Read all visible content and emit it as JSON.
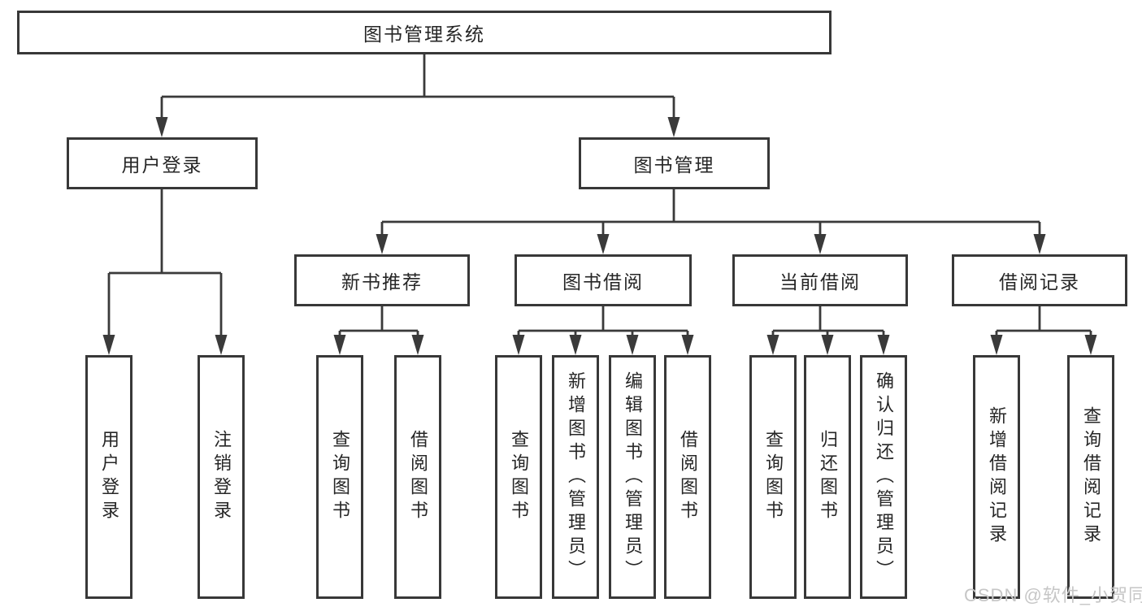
{
  "nodes": {
    "root": "图书管理系统",
    "level2": {
      "user_login": "用户登录",
      "book_management": "图书管理"
    },
    "level3": {
      "new_book_recommend": "新书推荐",
      "book_borrow": "图书借阅",
      "current_borrow": "当前借阅",
      "borrow_record": "借阅记录"
    },
    "leaves": {
      "user_login_leaf": "用户登录",
      "logout": "注销登录",
      "recommend_query_book": "查询图书",
      "recommend_borrow_book": "借阅图书",
      "borrow_query_book": "查询图书",
      "borrow_add_book": "新增图书（管理员）",
      "borrow_edit_book": "编辑图书（管理员）",
      "borrow_borrow_book": "借阅图书",
      "current_query_book": "查询图书",
      "current_return_book": "归还图书",
      "current_confirm_return": "确认归还（管理员）",
      "record_add": "新增借阅记录",
      "record_query": "查询借阅记录"
    }
  },
  "watermark": {
    "text": "CSDN @软件_小贺同学",
    "color": "#c6c6c6"
  },
  "colors": {
    "line": "#3a3a3a",
    "box_border": "#383838",
    "text": "#262626",
    "background": "#ffffff"
  }
}
